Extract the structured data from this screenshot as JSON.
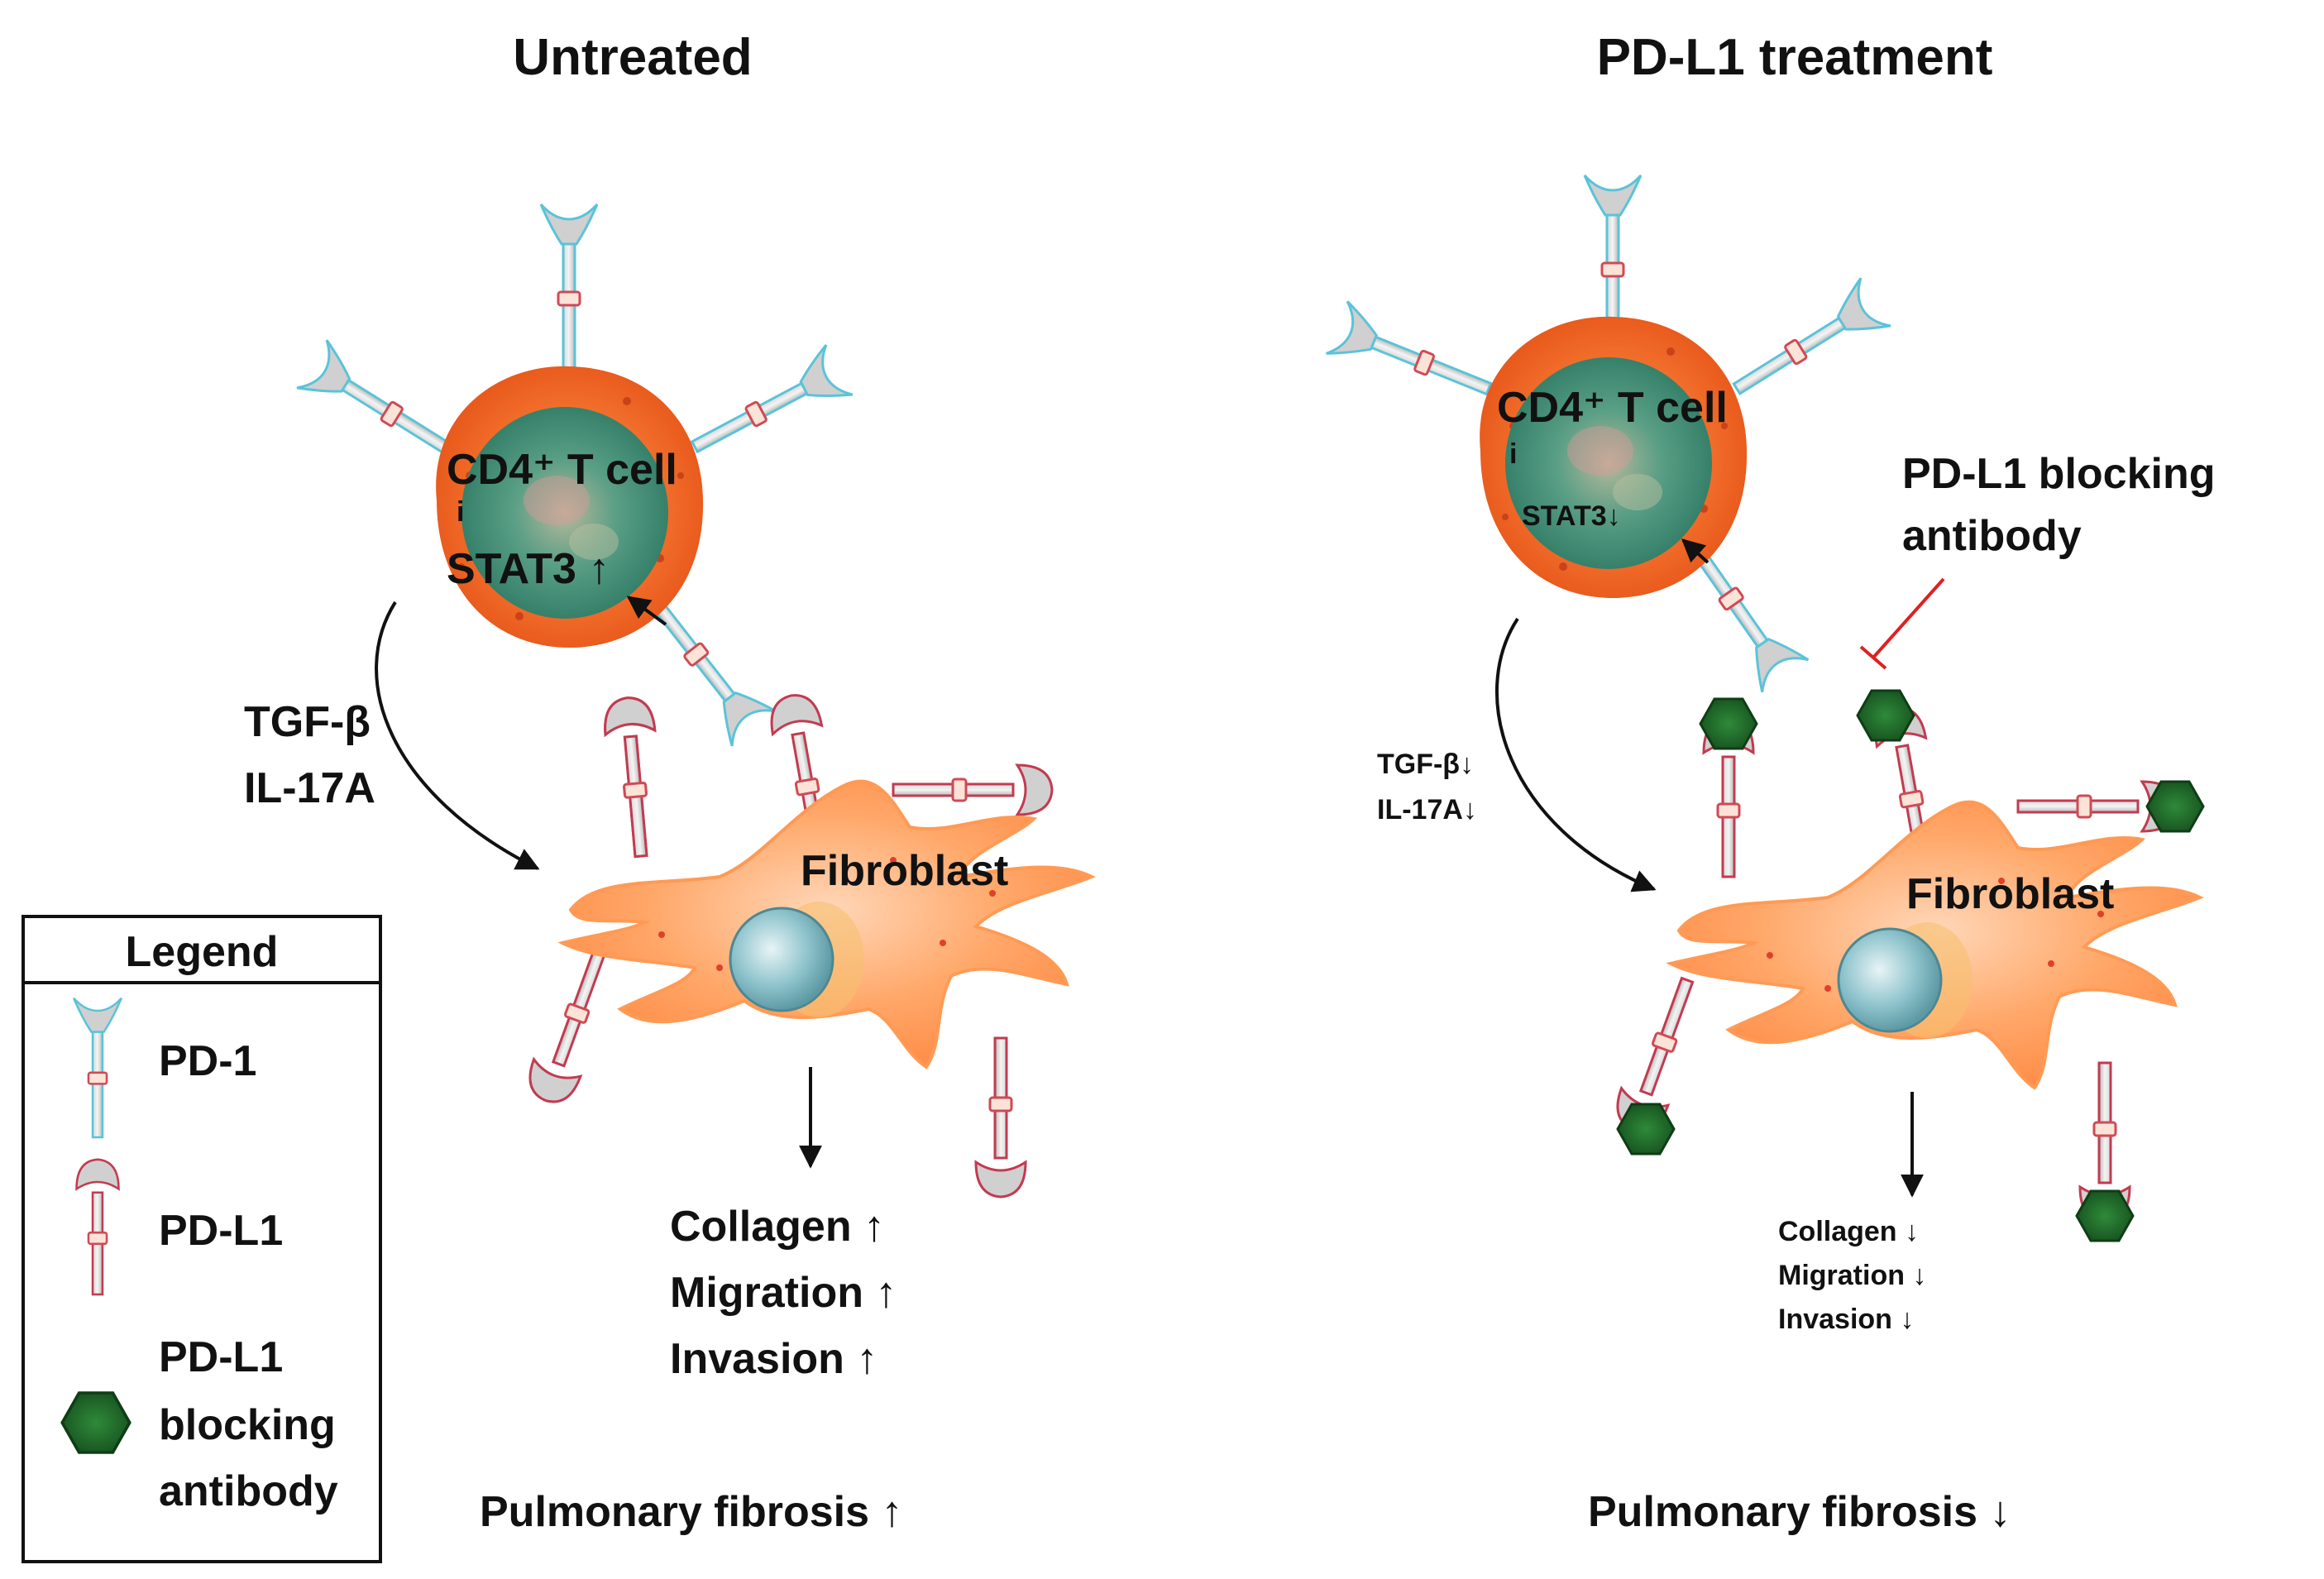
{
  "panels": {
    "left": {
      "title": "Untreated",
      "tcell_label": "CD4⁺ T cell",
      "tcell_marker": "i",
      "stat3": "STAT3 ↑",
      "cytokine_1": "TGF-β",
      "cytokine_2": "IL-17A",
      "fibroblast_label": "Fibroblast",
      "outcomes": [
        "Collagen ↑",
        "Migration ↑",
        "Invasion ↑"
      ],
      "result": "Pulmonary fibrosis ↑"
    },
    "right": {
      "title": "PD-L1 treatment",
      "tcell_label": "CD4⁺ T cell",
      "tcell_marker": "i",
      "stat3": "STAT3↓",
      "cytokine_1": "TGF-β↓",
      "cytokine_2": "IL-17A↓",
      "blocking_label_1": "PD-L1 blocking",
      "blocking_label_2": "antibody",
      "fibroblast_label": "Fibroblast",
      "outcomes": [
        "Collagen ↓",
        "Migration ↓",
        "Invasion ↓"
      ],
      "result": "Pulmonary fibrosis ↓"
    }
  },
  "legend": {
    "title": "Legend",
    "items": [
      {
        "label": "PD-1",
        "icon": "pd1-receptor-icon"
      },
      {
        "label": "PD-L1",
        "icon": "pdl1-ligand-icon"
      },
      {
        "label_lines": [
          "PD-L1",
          "blocking",
          "antibody"
        ],
        "icon": "antibody-hexagon-icon"
      }
    ]
  },
  "colors": {
    "cell_orange": "#f57a3c",
    "nucleus_teal": "#3f8f7a",
    "pd1_outline": "#5bc3d9",
    "pdl1_outline": "#c23b50",
    "antibody_green": "#1e6b2a",
    "inhibit_red": "#e02020",
    "fibroblast": "#ff9a5c"
  }
}
